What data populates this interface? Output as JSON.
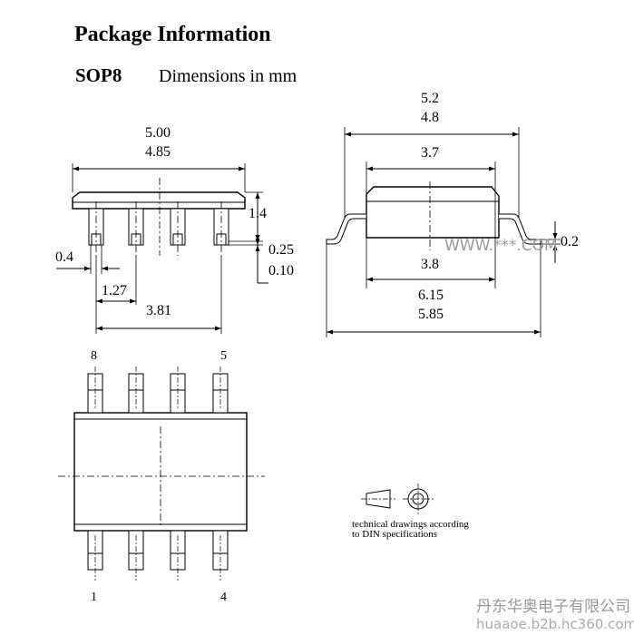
{
  "header": {
    "title": "Package Information",
    "package_name": "SOP8",
    "units_label": "Dimensions in mm"
  },
  "side_view": {
    "body_length_max": "5.00",
    "body_length_min": "4.85",
    "height": "1.4",
    "lead_width": "0.4",
    "standoff_max": "0.25",
    "standoff_min": "0.10",
    "pitch": "1.27",
    "pitch_span": "3.81"
  },
  "end_view": {
    "shoulder_max": "5.2",
    "shoulder_min": "4.8",
    "top_width": "3.7",
    "bottom_width": "3.8",
    "overall_max": "6.15",
    "overall_min": "5.85",
    "lead_thickness": "0.2"
  },
  "top_view": {
    "pin_8": "8",
    "pin_5": "5",
    "pin_1": "1",
    "pin_4": "4"
  },
  "projection_note": "technical drawings according to DIN specifications",
  "watermarks": {
    "overlay": "WWW.***.COM",
    "company": "丹东华奥电子有限公司",
    "site": "huaaoe.b2b.hc360.com"
  }
}
